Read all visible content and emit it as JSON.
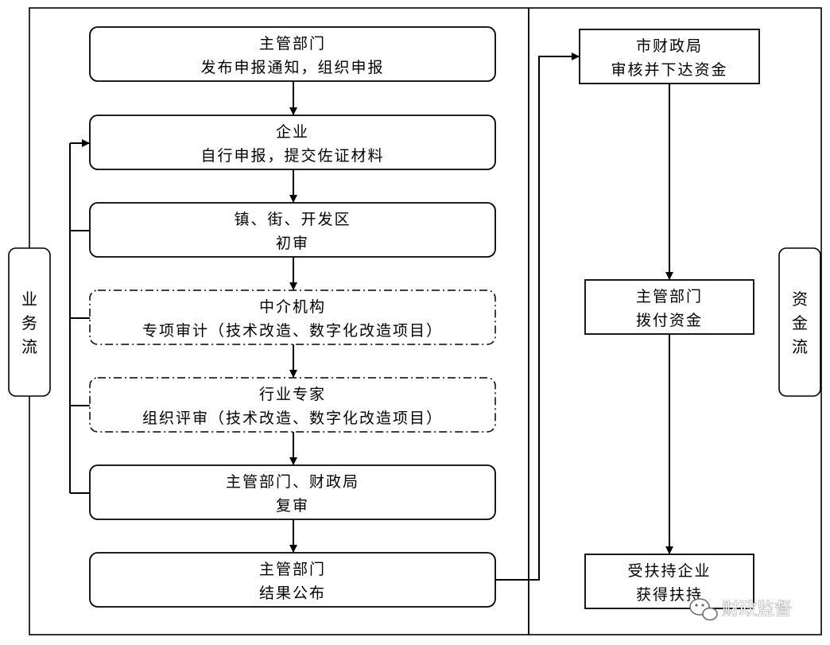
{
  "business_flow": {
    "label": [
      "业",
      "务",
      "流"
    ],
    "steps": [
      {
        "id": "notice",
        "line1": "主管部门",
        "line2": "发布申报通知，组织申报",
        "style": "solid"
      },
      {
        "id": "enterprise",
        "line1": "企业",
        "line2": "自行申报，提交佐证材料",
        "style": "solid"
      },
      {
        "id": "town",
        "line1": "镇、街、开发区",
        "line2": "初审",
        "style": "solid"
      },
      {
        "id": "agency",
        "line1": "中介机构",
        "line2": "专项审计（技术改造、数字化改造项目）",
        "style": "dashdot"
      },
      {
        "id": "experts",
        "line1": "行业专家",
        "line2": "组织评审（技术改造、数字化改造项目）",
        "style": "dashdot"
      },
      {
        "id": "review",
        "line1": "主管部门、财政局",
        "line2": "复审",
        "style": "solid"
      },
      {
        "id": "publish",
        "line1": "主管部门",
        "line2": "结果公布",
        "style": "solid"
      }
    ]
  },
  "fund_flow": {
    "label": [
      "资",
      "金",
      "流"
    ],
    "steps": [
      {
        "id": "finance",
        "line1": "市财政局",
        "line2": "审核并下达资金"
      },
      {
        "id": "allocate",
        "line1": "主管部门",
        "line2": "拨付资金"
      },
      {
        "id": "receive",
        "line1": "受扶持企业",
        "line2": "获得扶持"
      }
    ]
  },
  "watermark": {
    "text": "财政监督",
    "icon": "wechat-icon"
  }
}
